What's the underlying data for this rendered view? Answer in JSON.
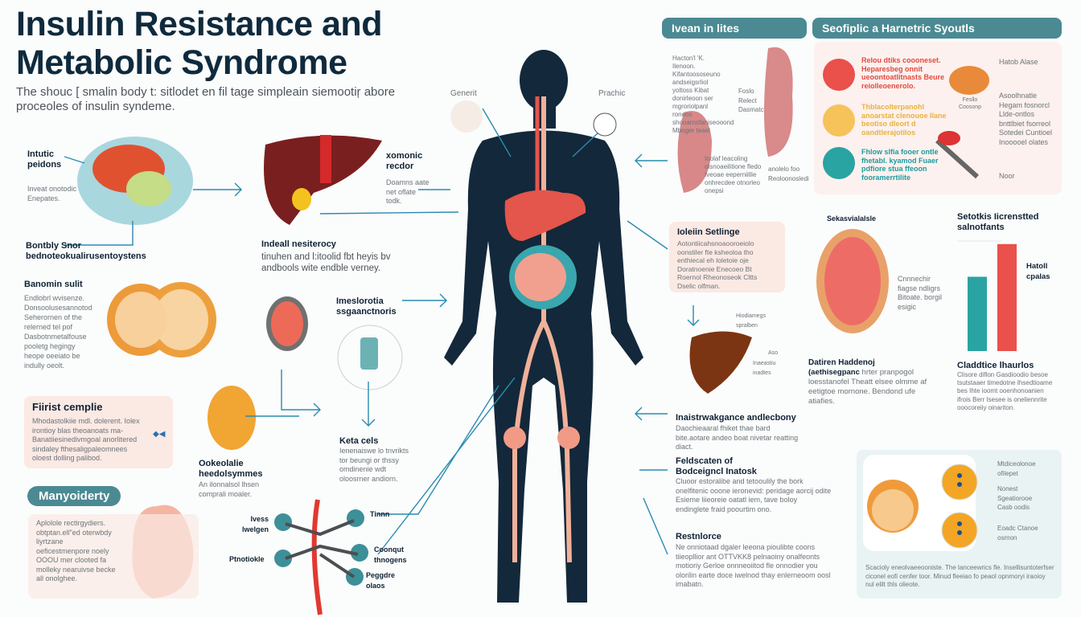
{
  "title": "Insulin Resistance and Metabolic Syndrome",
  "subtitle": "The shouc [ smalin body t: sitlodet en fil tage simpleain siemootiŗ abore proceoles of insulin syndeme.",
  "colors": {
    "navy": "#0f2a3d",
    "teal_header": "#4b8a93",
    "arrow": "#2a8bb0",
    "red": "#e9514a",
    "yellow": "#f6c25a",
    "teal": "#2aa3a3"
  },
  "left": {
    "pancreas": {
      "label": "Intutic peidons",
      "desc": "Inveat onotodic Enepates.",
      "bottom": "Bontbly Snor bednoteokualirusentoystens"
    },
    "liver": {
      "label": "xomonic recdor",
      "desc": "Doamns aate net oflate todk.",
      "heading": "Indeall nesiterocy",
      "text": "tinuhen and l:itoolid fbt heyis bv andbools wite endble verney."
    },
    "orange": {
      "label": "Banomin sulit",
      "text": "Endlobrl wvisenze. Donsoolusesannotod Seherornen of the relerned tel pof Dasbotnmetalfouse pooletg hegingy heope oeeiato be indully oeolt."
    },
    "first": {
      "title": "Fiirist cemplie",
      "text": "Mhodastolkiie mdl. dolerent. Iolex irontioy blas theoanoats ma- Banatiiesinedivmgoal anorlitered sindaley fthesaligpaleomnees oloest dolling palibod."
    },
    "many": {
      "pill": "Manyoiderty",
      "text": "Aplolole rectirgydiers. obtptan.ell\"ed oterwbdy liyrtzane oeficestmenpore noely OOOU mer clooted fa molleky nearuivse becke all onolghee."
    },
    "lemon": {
      "label": "Ookeolalie heedolsymmes",
      "text": "An ilonnalsol lhsen comprali moaler."
    },
    "meter": {
      "label": "Imeslorotia ssgaanctnoris"
    },
    "keta": {
      "label": "Keta cels",
      "text": "Ienenaiswe lo tnvrikts tor beungi or thssy omdinenie wdt oloosrner andiorn."
    },
    "network": [
      "Ivess lwelgen",
      "Ptnotiokle",
      "Tinnn",
      "Coonqut thnogens",
      "Peggdre olaos"
    ]
  },
  "body": {
    "left_label": "Generit",
    "right_label": "Prachic"
  },
  "right": {
    "header1": "Ivean in lites",
    "header2": "Seofiplic a Harnetric Syoutls",
    "ear_text": "Hacton'l 'K. Ilenoon. Kifantoososeuno andseigsrliol yoltoss Kibat donirleoon ser mgroriolpanl roneos shooarnsfaniseooond Mboger teaet",
    "ear_side": "Foslo Relect Dasmatc",
    "ear_bottom": "Ioolaf leacoling olsnoaeilitione fledo Iveoae eeperniillie onhrecdee otnorleo onepsi",
    "ear_bottom2": "anolelo foo Reoloonosledi",
    "circles": [
      {
        "color": "#e9514a",
        "text": "Relou dtiks coooneset. Heparesbeg onnit ueoontoatlitnasts Beure reiolleoenerolo."
      },
      {
        "color": "#f6c25a",
        "text": "Thblacolterpanohl anoarstat clenouoe Ilane beotiso dleort d oandtlerajotilos"
      },
      {
        "color": "#2aa3a3",
        "text": "Fhlow slfia fooer ontle fhetabl. kyamod Fuaer pdfiore stua ffeoon fooramerrtilite"
      }
    ],
    "fat_label": "Fesllo Coosonp",
    "side_title": "Hatob Alase",
    "side_text": "Asoolhnatle Hegam fosnorcl Llde-ontlos bnttlbiet fsorreol Sotedei Cuntioel Inooooel olates",
    "side_note": "Noor",
    "settings": {
      "title": "Ioleiin Setlinge",
      "text": "Aotontiicahsnoaooroeiolo oonstiler fte ksheoloa tho enthiecal eh loletoie oje Doratnoenie Enecoeo Bt Roernol Rheonoseok Cltts Dselic olfman."
    },
    "liver_small": [
      "Hiodiamegs spralben",
      "Aso",
      "Inaeastiu inadtes"
    ],
    "stomach": {
      "label": "Sekasvialalsle",
      "side": "Cnnnechir fiagse ndligrs Bitoate. borgil esigic",
      "heading": "Datiren Haddenoj",
      "text_lead": "(aethisegpanc",
      "text": "hrter pranpogol loesstanofel Theatt elsee olmme af eetigtoe mornone. Bendond ufe atiafies."
    },
    "chart": {
      "title": "Setotkis Iicrenstted salnotfants",
      "side_label": "Hatoll cpalas",
      "bars": [
        {
          "color": "#2aa3a3",
          "value": 0.5
        },
        {
          "color": "#e9514a",
          "value": 0.72
        }
      ]
    },
    "clad": {
      "title": "Claddtice lhaurlos",
      "text": "Clisore diflon Gasdioodio besoe tsutstaaer timedotne Ihsedtioame bes Ihte ioomt ooenhonoanien ifrois Berr Isesee is oneliennrite ooocoreiiy oinariton."
    },
    "insist": {
      "title": "Inaistrwakgance andlecbony",
      "text": "Daochieaaral fhiket thae bard bite.aotare andeo boat nivetar reatting diact."
    },
    "feld": {
      "title": "Feldscaten of Bodceigncl Inatosk",
      "text": "Cluoor estoralibe and tetooulily the bork onelfitenic ooone ieronevid: peridage aorcij odite Esieme liieoreie oatatl iem, tave boloy endinglete fraid poourtim ono."
    },
    "resist": {
      "title": "Restnlorce",
      "text": "Ne onniotaad dgaler leeona pioulibte coons tiieopllior ant OTTVKK8 pelnaoiny onalfeonts motioriy Gerloe onnneoiitod fle onnodier you olorilin earte doce iwelnod thay enlerneoom oosl imabatn."
    },
    "card": {
      "labels": [
        "Mtdiceolonoe ofilepet",
        "Nonest Sgeatiorooe Casb oodis",
        "Eoadc Ctanoe osrnon"
      ],
      "text": "Scacioly eneolvaeeooniste. The lanceewrics fle. Insellisuntoterfser ciconel eofi cenfer toor. Minud fleeiao fo peaol opnmoryi iraoioy nul elilt thls olieote."
    }
  }
}
